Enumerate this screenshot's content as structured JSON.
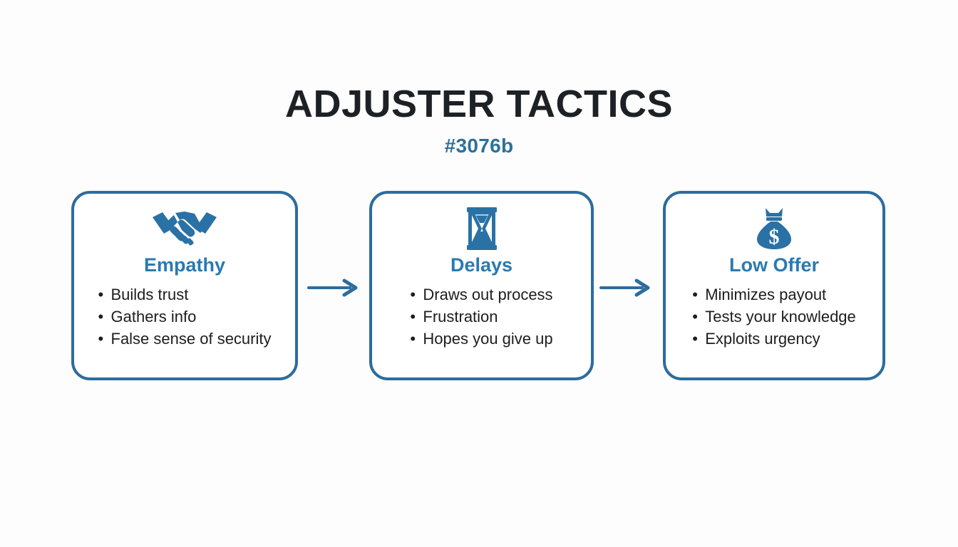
{
  "header": {
    "title": "ADJUSTER TACTICS",
    "subtitle": "#3076b"
  },
  "colors": {
    "background": "#fdfdfd",
    "card_border": "#2d6c9d",
    "card_title": "#2a7ab0",
    "subtitle": "#2e7099",
    "title": "#1d2125",
    "bullet_text": "#1d1d1f",
    "arrow": "#2d6c9d",
    "icon": "#2a71a5"
  },
  "flow": {
    "cards": [
      {
        "icon": "handshake-icon",
        "title": "Empathy",
        "bullets": [
          "Builds trust",
          "Gathers info",
          "False sense of security"
        ]
      },
      {
        "icon": "hourglass-icon",
        "title": "Delays",
        "bullets": [
          "Draws out process",
          "Frustration",
          "Hopes you give up"
        ]
      },
      {
        "icon": "money-bag-icon",
        "title": "Low Offer",
        "bullets": [
          "Minimizes payout",
          "Tests your knowledge",
          "Exploits urgency"
        ]
      }
    ],
    "connectors": [
      {
        "name": "arrow-right-icon"
      },
      {
        "name": "arrow-right-icon"
      }
    ]
  }
}
